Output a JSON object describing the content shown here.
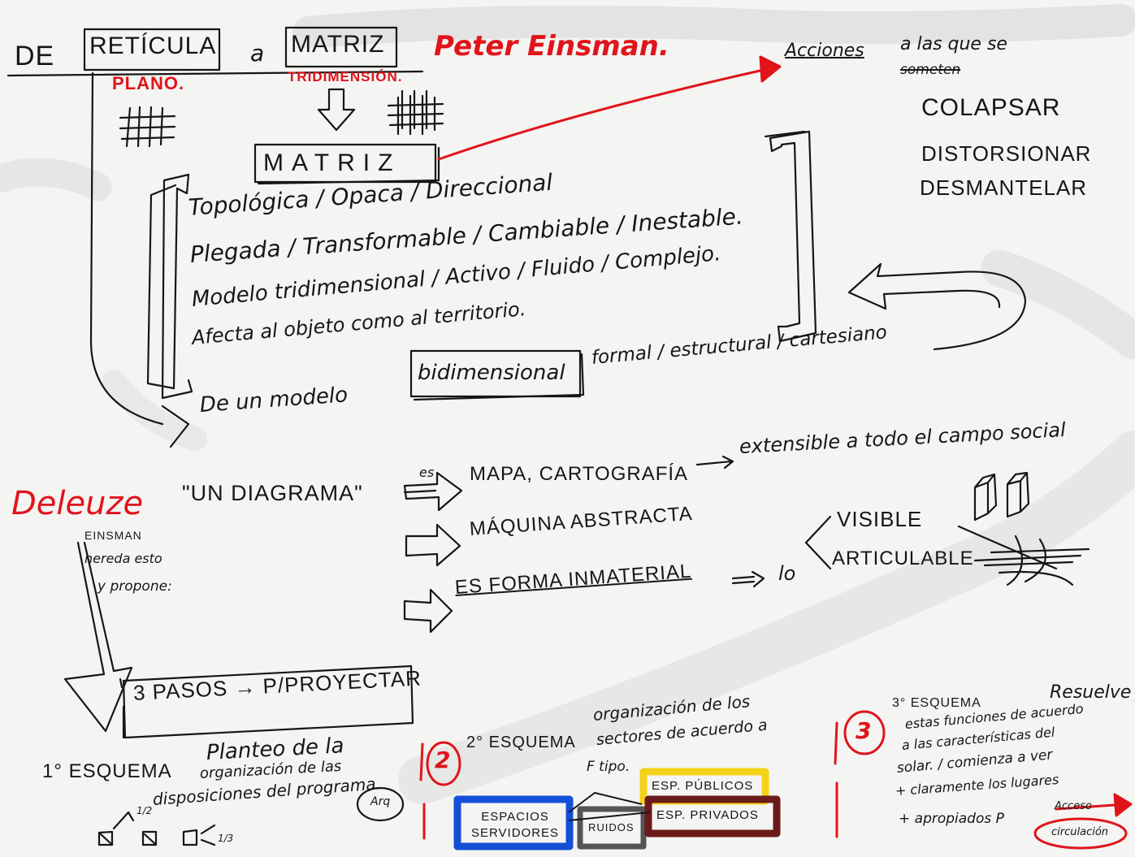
{
  "colors": {
    "ink": "#161616",
    "red": "#e0141b",
    "blue": "#1450d6",
    "yellow": "#f5d21a",
    "dark_red": "#6b1a1a",
    "paper": "#f4f4f2",
    "smudge": "#d9d9d7"
  },
  "header": {
    "de": "DE",
    "reticula": "RETÍCULA",
    "a": "a",
    "matriz": "MATRIZ",
    "author": "Peter Einsman.",
    "plano": "PLANO.",
    "tridimension": "TRIDIMENSIÓN."
  },
  "matriz_box": "MATRIZ",
  "acciones": {
    "title": "Acciones",
    "line1": "a las que se",
    "line2": "someten",
    "items": [
      "COLAPSAR",
      "DISTORSIONAR",
      "DESMANTELAR"
    ]
  },
  "properties": {
    "line1": "Topológica / Opaca / Direccional",
    "line2": "Plegada / Transformable / Cambiable / Inestable.",
    "line3": "Modelo tridimensional / Activo / Fluido / Complejo.",
    "line4": "Afecta al objeto como al territorio."
  },
  "model": {
    "prefix": "De un modelo",
    "boxed": "bidimensional",
    "suffix": "formal / estructural / cartesiano"
  },
  "deleuze": {
    "name": "Deleuze",
    "diagrama": "\"UN DIAGRAMA\"",
    "es": "es",
    "mapa": "MAPA, CARTOGRAFÍA",
    "extensible": "extensible a todo el campo social",
    "maquina": "MÁQUINA ABSTRACTA",
    "forma": "ES FORMA INMATERIAL",
    "lo": "lo",
    "visible": "VISIBLE",
    "articulable": "ARTICULABLE"
  },
  "einsman_note": {
    "line1": "EINSMAN",
    "line2": "hereda esto",
    "line3": "y propone:"
  },
  "pasos": "3 PASOS → P/PROYECTAR",
  "esquema1": {
    "label": "1° ESQUEMA",
    "text1": "Planteo de la",
    "text2": "organización de las",
    "text3": "disposiciones del programa.",
    "arq": "Arq",
    "fraction_half": "1/2",
    "fraction_third": "1/3"
  },
  "esquema2": {
    "number": "2",
    "label": "2° ESQUEMA",
    "text1": "organización de los",
    "text2": "sectores de acuerdo a",
    "tipo": "F tipo.",
    "espacios_servidores": "ESPACIOS SERVIDORES",
    "ruidos": "RUIDOS",
    "publicos": "ESP. PÚBLICOS",
    "privados": "ESP. PRIVADOS"
  },
  "esquema3": {
    "number": "3",
    "label": "3° ESQUEMA",
    "resuelve": "Resuelve",
    "line1": "estas funciones de acuerdo",
    "line2": "a las características del",
    "line3": "solar. / comienza a ver",
    "line4": "+ claramente los lugares",
    "line5": "+ apropiados P",
    "acceso": "Acceso",
    "circulacion": "circulación"
  }
}
